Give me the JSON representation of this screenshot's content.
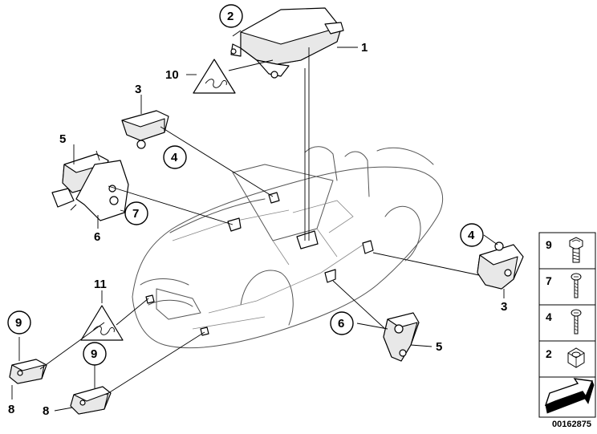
{
  "diagram_code": "00162875",
  "callouts": {
    "c1": "1",
    "c2": "2",
    "c3a": "3",
    "c3b": "3",
    "c4a": "4",
    "c4b": "4",
    "c5a": "5",
    "c5b": "5",
    "c6a": "6",
    "c6b": "6",
    "c7": "7",
    "c8a": "8",
    "c8b": "8",
    "c9a": "9",
    "c9b": "9",
    "c10": "10",
    "c11": "11"
  },
  "legend": {
    "items": [
      {
        "number": "9",
        "icon": "bolt-icon"
      },
      {
        "number": "7",
        "icon": "screw-icon"
      },
      {
        "number": "4",
        "icon": "screw-icon"
      },
      {
        "number": "2",
        "icon": "nut-icon"
      }
    ],
    "footer_icon": "arrow-icon"
  }
}
